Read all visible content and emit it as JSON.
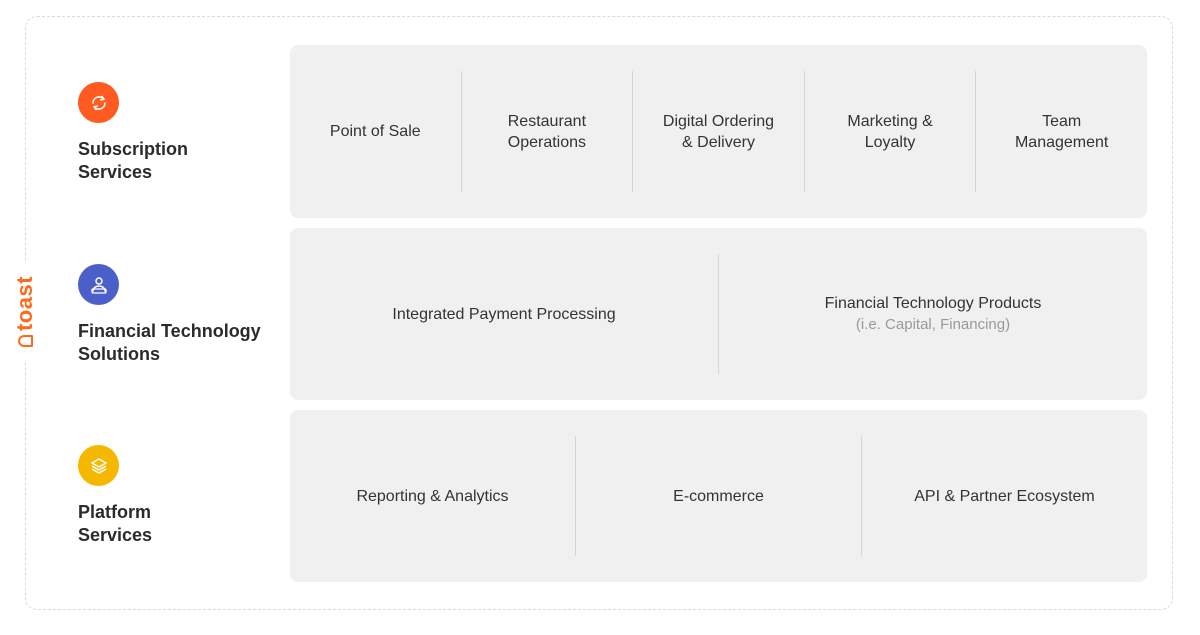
{
  "brand": {
    "name": "toast",
    "color": "#ff6a1a"
  },
  "rows": [
    {
      "label": "Subscription\nServices",
      "icon": "refresh-cycle-icon",
      "icon_color": "#ff5a1f",
      "cells": [
        {
          "text": "Point of Sale"
        },
        {
          "text": "Restaurant\nOperations"
        },
        {
          "text": "Digital Ordering\n& Delivery"
        },
        {
          "text": "Marketing &\nLoyalty"
        },
        {
          "text": "Team\nManagement"
        }
      ]
    },
    {
      "label": "Financial Technology\nSolutions",
      "icon": "person-money-icon",
      "icon_color": "#4a5fc8",
      "cells": [
        {
          "text": "Integrated Payment Processing"
        },
        {
          "text": "Financial Technology Products",
          "sub": "(i.e. Capital, Financing)"
        }
      ]
    },
    {
      "label": "Platform\nServices",
      "icon": "layers-stack-icon",
      "icon_color": "#f5b800",
      "cells": [
        {
          "text": "Reporting & Analytics"
        },
        {
          "text": "E-commerce"
        },
        {
          "text": "API & Partner Ecosystem"
        }
      ]
    }
  ]
}
